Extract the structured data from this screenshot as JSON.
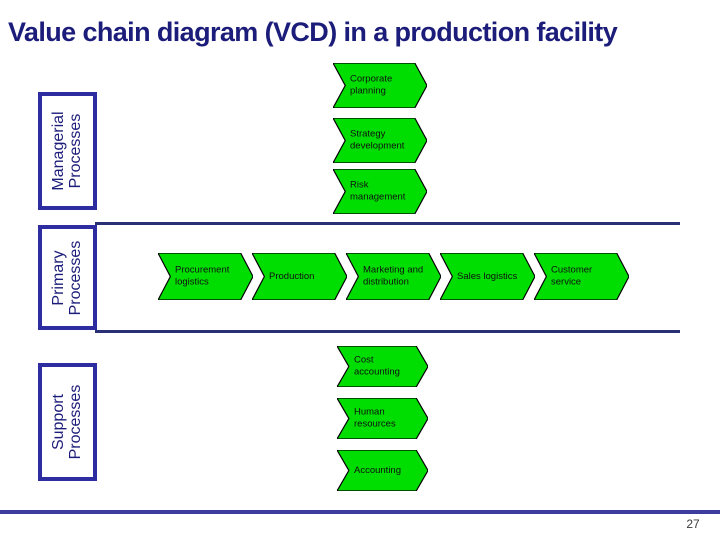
{
  "title": "Value chain diagram (VCD) in a production facility",
  "page_number": "27",
  "rows": {
    "managerial": {
      "label": "Managerial Processes",
      "arrows": [
        {
          "label": "Corporate planning"
        },
        {
          "label": "Strategy development"
        },
        {
          "label": "Risk management"
        }
      ]
    },
    "primary": {
      "label": "Primary Processes",
      "arrows": [
        {
          "label": "Procurement logistics"
        },
        {
          "label": "Production"
        },
        {
          "label": "Marketing and distribution"
        },
        {
          "label": "Sales logistics"
        },
        {
          "label": "Customer service"
        }
      ]
    },
    "support": {
      "label": "Support Processes",
      "arrows": [
        {
          "label": "Cost accounting"
        },
        {
          "label": "Human resources"
        },
        {
          "label": "Accounting"
        }
      ]
    }
  },
  "colors": {
    "arrow_fill": "#00dd00",
    "arrow_border": "#000000",
    "label_box_border": "#2d2da1",
    "title_text": "#1c1c7a",
    "section_line": "#2a3076",
    "footer_line": "#3c3c9e"
  }
}
